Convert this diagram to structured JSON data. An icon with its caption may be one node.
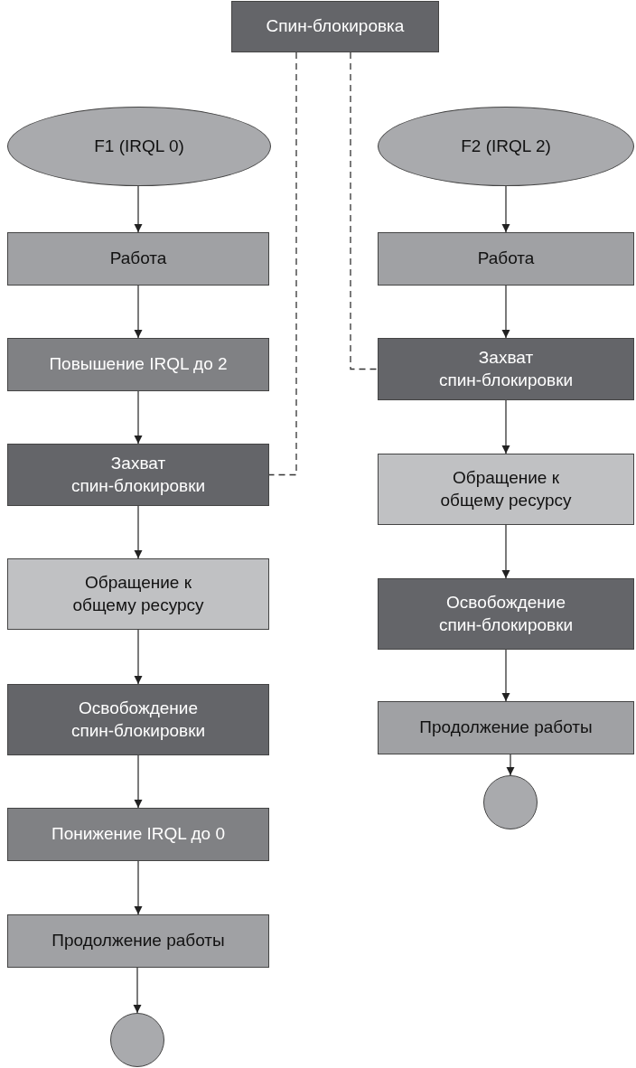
{
  "diagram": {
    "nodes": [
      {
        "text": [
          "Спин-блокировка"
        ]
      },
      {
        "text": [
          "F1 (IRQL 0)"
        ]
      },
      {
        "text": [
          "Работа"
        ]
      },
      {
        "text": [
          "Повышение IRQL до 2"
        ]
      },
      {
        "text": [
          "Захват спин-блокировки"
        ]
      },
      {
        "text": [
          "Обращение к общему ресурсу"
        ]
      },
      {
        "text": [
          "Освобождение спин-блокировки"
        ]
      },
      {
        "text": [
          "Понижение IRQL до 0"
        ]
      },
      {
        "text": [
          "Продолжение работы"
        ]
      },
      {
        "text": [],
        "shape": "circle"
      },
      {
        "text": [
          "F2 (IRQL 2)"
        ]
      },
      {
        "text": [
          "Работа"
        ]
      },
      {
        "text": [
          "Захват спин-блокировки"
        ]
      },
      {
        "text": [
          "Обращение к общему ресурсу"
        ]
      },
      {
        "text": [
          "Освобождение спин-блокировки"
        ]
      },
      {
        "text": [
          "Продолжение работы"
        ]
      },
      {
        "text": [],
        "shape": "circle"
      }
    ],
    "edges": [
      {
        "from": 1,
        "to": 2,
        "arrow": "to"
      },
      {
        "from": 2,
        "to": 3,
        "arrow": "to"
      },
      {
        "from": 3,
        "to": 4,
        "arrow": "to"
      },
      {
        "from": 4,
        "to": 5,
        "arrow": "to"
      },
      {
        "from": 5,
        "to": 6,
        "arrow": "to"
      },
      {
        "from": 6,
        "to": 7,
        "arrow": "to"
      },
      {
        "from": 7,
        "to": 8,
        "arrow": "to"
      },
      {
        "from": 8,
        "to": 9,
        "arrow": "to"
      },
      {
        "from": 10,
        "to": 11,
        "arrow": "to"
      },
      {
        "from": 11,
        "to": 12,
        "arrow": "to"
      },
      {
        "from": 12,
        "to": 13,
        "arrow": "to"
      },
      {
        "from": 13,
        "to": 14,
        "arrow": "to"
      },
      {
        "from": 14,
        "to": 15,
        "arrow": "to"
      },
      {
        "from": 15,
        "to": 16,
        "arrow": "to"
      },
      {
        "from": 0,
        "to": 4,
        "arrow": "none",
        "style": "dashed"
      },
      {
        "from": 0,
        "to": 12,
        "arrow": "none",
        "style": "dashed"
      }
    ]
  }
}
